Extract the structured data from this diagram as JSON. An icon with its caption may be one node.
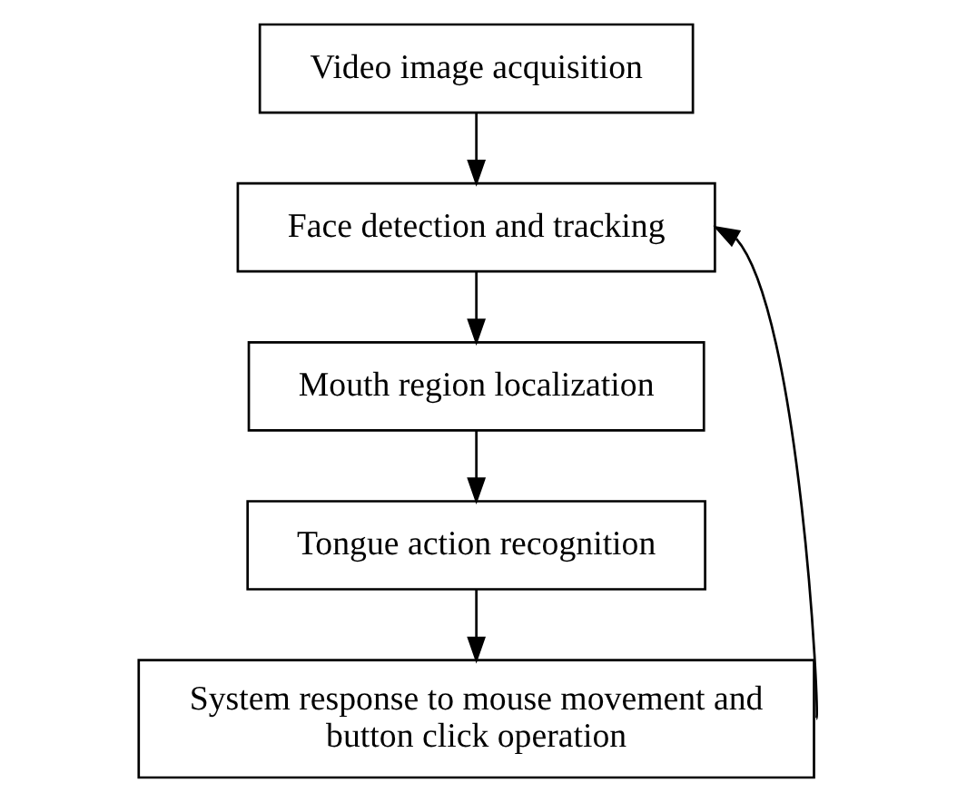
{
  "diagram": {
    "nodes": [
      {
        "text": [
          "Video image acquisition"
        ]
      },
      {
        "text": [
          "Face detection and tracking"
        ]
      },
      {
        "text": [
          "Mouth region localization"
        ]
      },
      {
        "text": [
          "Tongue action recognition"
        ]
      },
      {
        "text": [
          "System response to mouse movement and button click operation"
        ]
      }
    ],
    "edges": [
      {
        "from": 0,
        "to": 1,
        "arrow": "to"
      },
      {
        "from": 1,
        "to": 2,
        "arrow": "to"
      },
      {
        "from": 2,
        "to": 3,
        "arrow": "to"
      },
      {
        "from": 3,
        "to": 4,
        "arrow": "to"
      },
      {
        "from": 4,
        "to": 1,
        "arrow": "to"
      }
    ]
  }
}
